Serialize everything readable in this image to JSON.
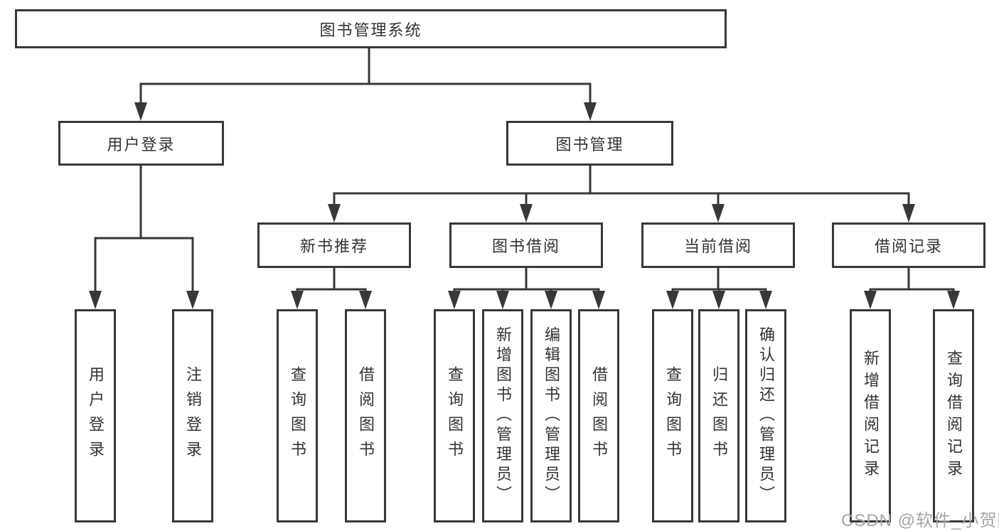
{
  "diagram": {
    "root": {
      "label": "图书管理系统"
    },
    "level2": [
      {
        "label": "用户登录"
      },
      {
        "label": "图书管理"
      }
    ],
    "level3": [
      {
        "label": "新书推荐"
      },
      {
        "label": "图书借阅"
      },
      {
        "label": "当前借阅"
      },
      {
        "label": "借阅记录"
      }
    ],
    "leaves": [
      {
        "label": "用户登录"
      },
      {
        "label": "注销登录"
      },
      {
        "label": "查询图书"
      },
      {
        "label": "借阅图书"
      },
      {
        "label": "查询图书"
      },
      {
        "label": "新增图书（管理员）"
      },
      {
        "label": "编辑图书（管理员）"
      },
      {
        "label": "借阅图书"
      },
      {
        "label": "查询图书"
      },
      {
        "label": "归还图书"
      },
      {
        "label": "确认归还（管理员）"
      },
      {
        "label": "新增借阅记录"
      },
      {
        "label": "查询借阅记录"
      }
    ]
  },
  "watermark": {
    "text": "CSDN @软件_小贺同学"
  },
  "colors": {
    "line": "#383838",
    "text": "#333333",
    "watermark": "#a6a6a6",
    "background": "#ffffff"
  }
}
